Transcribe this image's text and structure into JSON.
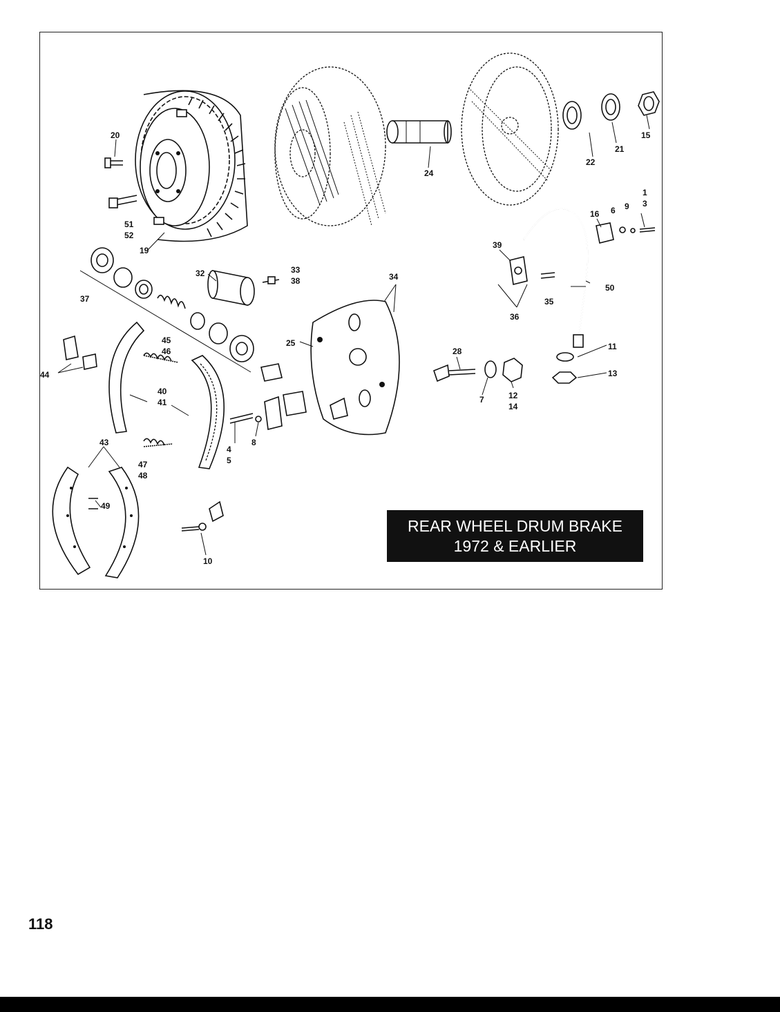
{
  "figure": {
    "title_line1": "REAR WHEEL DRUM BRAKE",
    "title_line2": "1972 & EARLIER"
  },
  "callouts": [
    "1",
    "3",
    "4",
    "5",
    "6",
    "7",
    "8",
    "9",
    "10",
    "11",
    "12",
    "13",
    "14",
    "15",
    "16",
    "19",
    "20",
    "21",
    "22",
    "24",
    "25",
    "28",
    "32",
    "33",
    "34",
    "35",
    "36",
    "37",
    "38",
    "39",
    "40",
    "41",
    "43",
    "44",
    "45",
    "46",
    "47",
    "48",
    "49",
    "50",
    "51",
    "52"
  ],
  "page": {
    "number": "118"
  }
}
